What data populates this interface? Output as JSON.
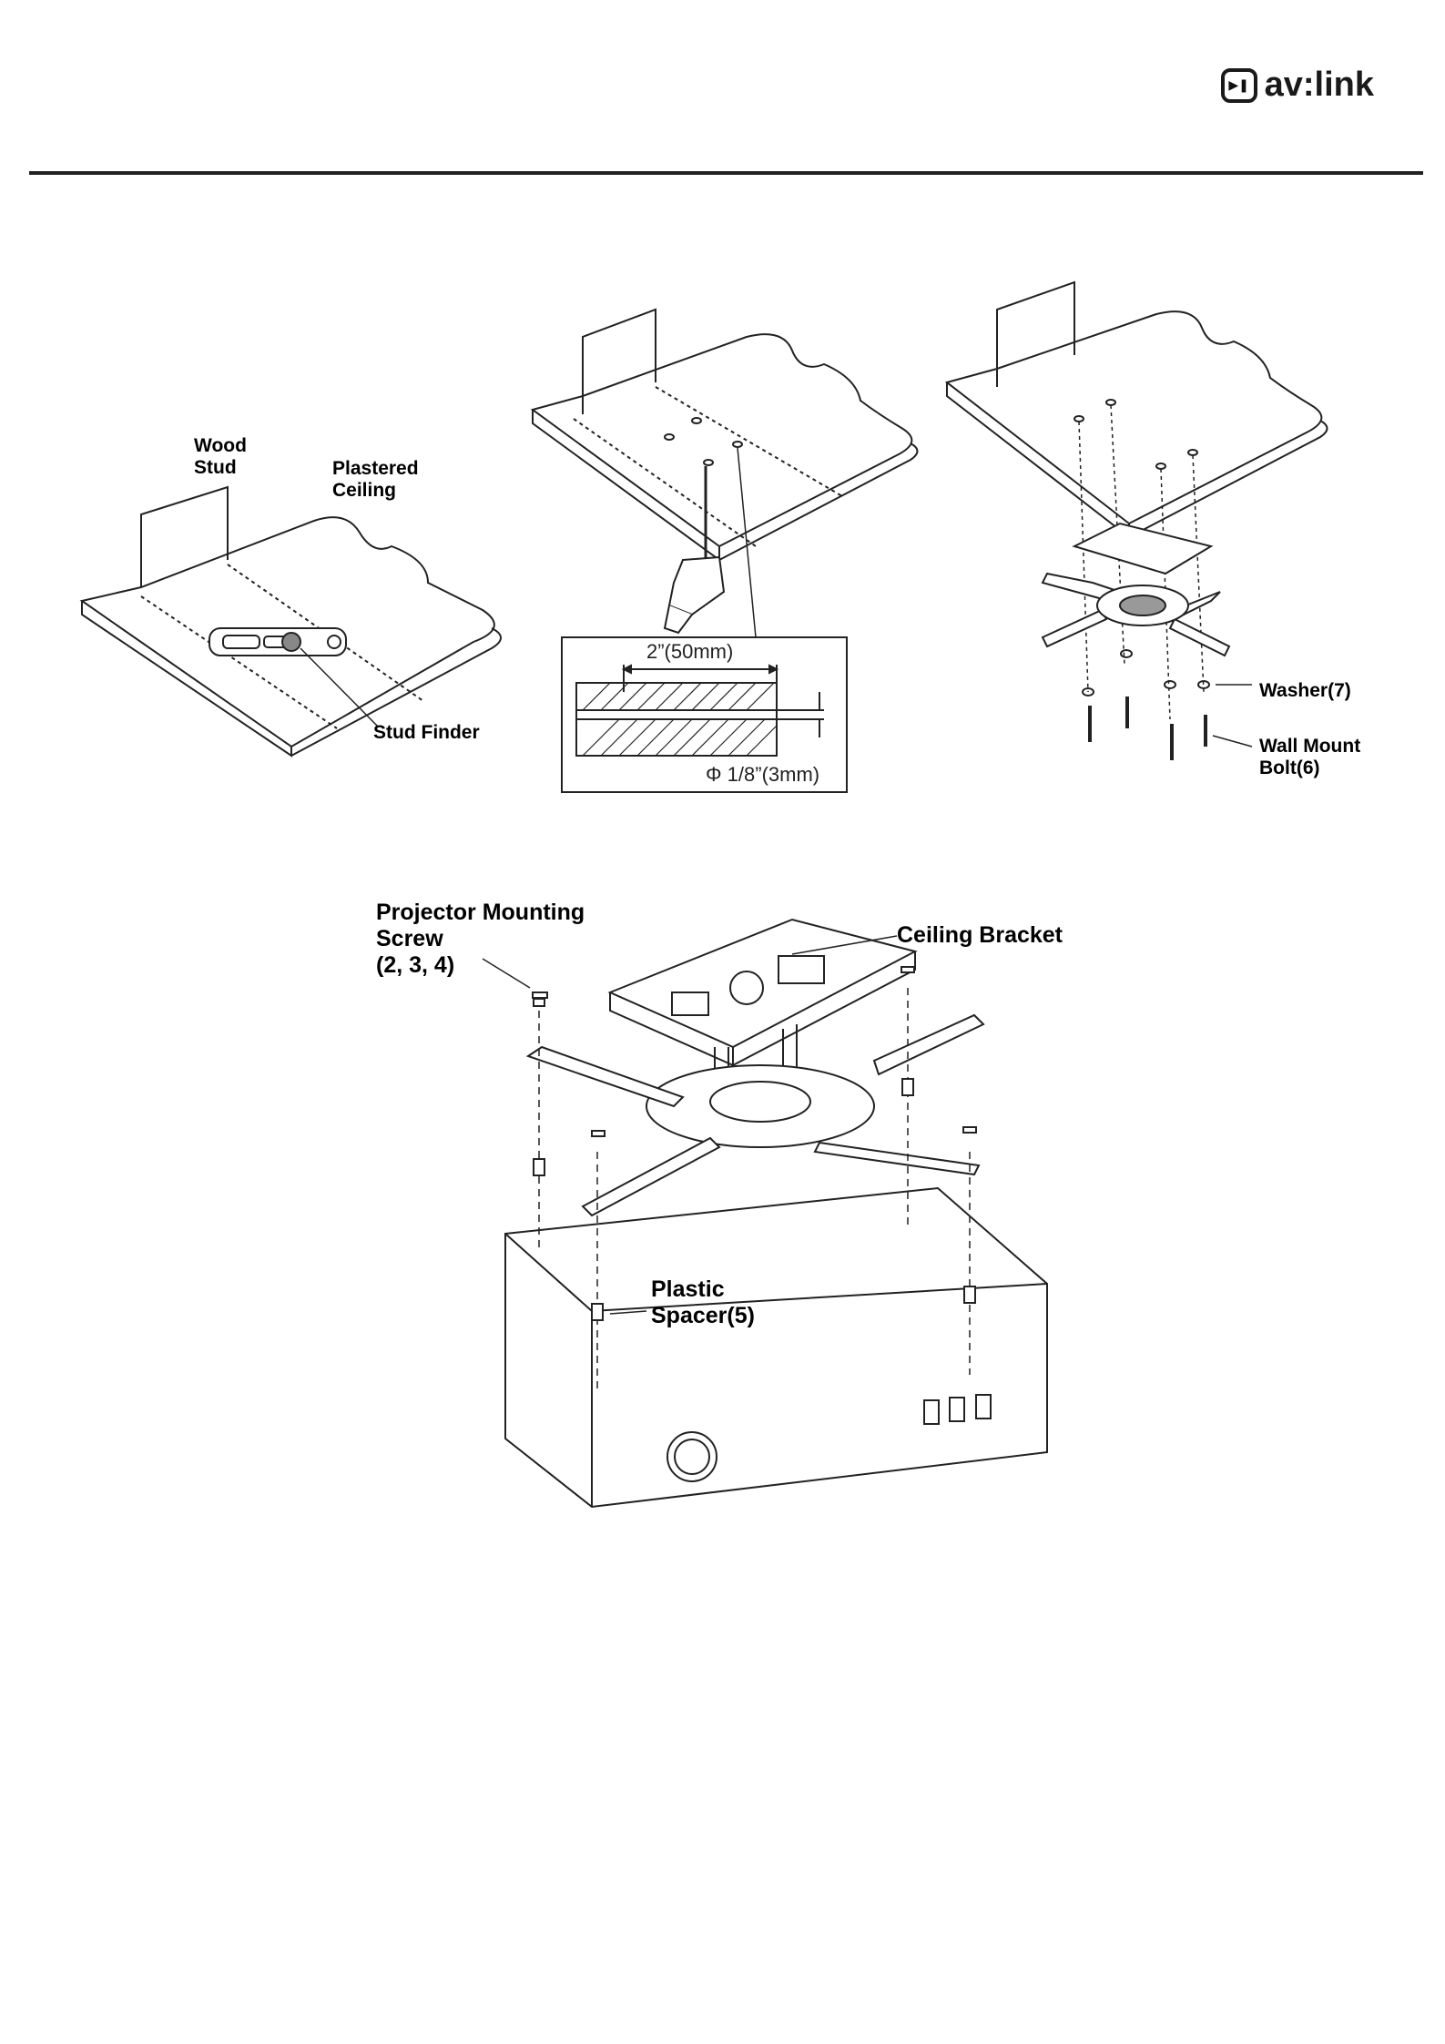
{
  "header": {
    "logo_text": "av:link",
    "logo_icon": "play-pause-icon"
  },
  "figure1": {
    "wood_stud": "Wood\nStud",
    "plastered_ceiling": "Plastered\nCeiling",
    "stud_finder": "Stud Finder"
  },
  "figure2": {
    "depth": "2”(50mm)",
    "diameter": "Φ 1/8”(3mm)"
  },
  "figure3": {
    "washer": "Washer(7)",
    "wall_mount_bolt": "Wall Mount\nBolt(6)"
  },
  "figure4": {
    "projector_screw": "Projector Mounting\nScrew\n(2, 3, 4)",
    "ceiling_bracket": "Ceiling Bracket",
    "plastic_spacer": "Plastic\nSpacer(5)"
  }
}
